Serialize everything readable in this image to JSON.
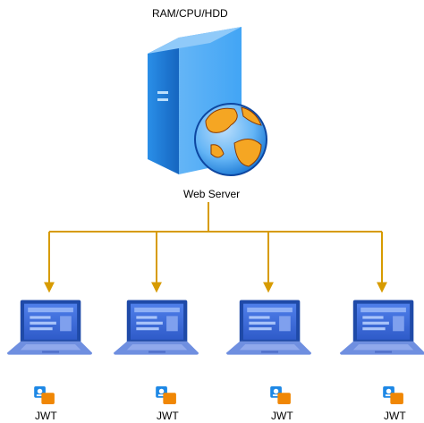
{
  "server": {
    "spec_label": "RAM/CPU/HDD",
    "label": "Web Server",
    "icon": "server-globe-icon"
  },
  "clients": [
    {
      "label": "JWT",
      "icon": "laptop-icon",
      "badge_icon": "token-card-icon"
    },
    {
      "label": "JWT",
      "icon": "laptop-icon",
      "badge_icon": "token-card-icon"
    },
    {
      "label": "JWT",
      "icon": "laptop-icon",
      "badge_icon": "token-card-icon"
    },
    {
      "label": "JWT",
      "icon": "laptop-icon",
      "badge_icon": "token-card-icon"
    }
  ],
  "colors": {
    "connector": "#D79B00",
    "server_blue": "#1E88E5",
    "laptop_blue": "#3D6FE0",
    "badge_orange": "#F08705"
  }
}
